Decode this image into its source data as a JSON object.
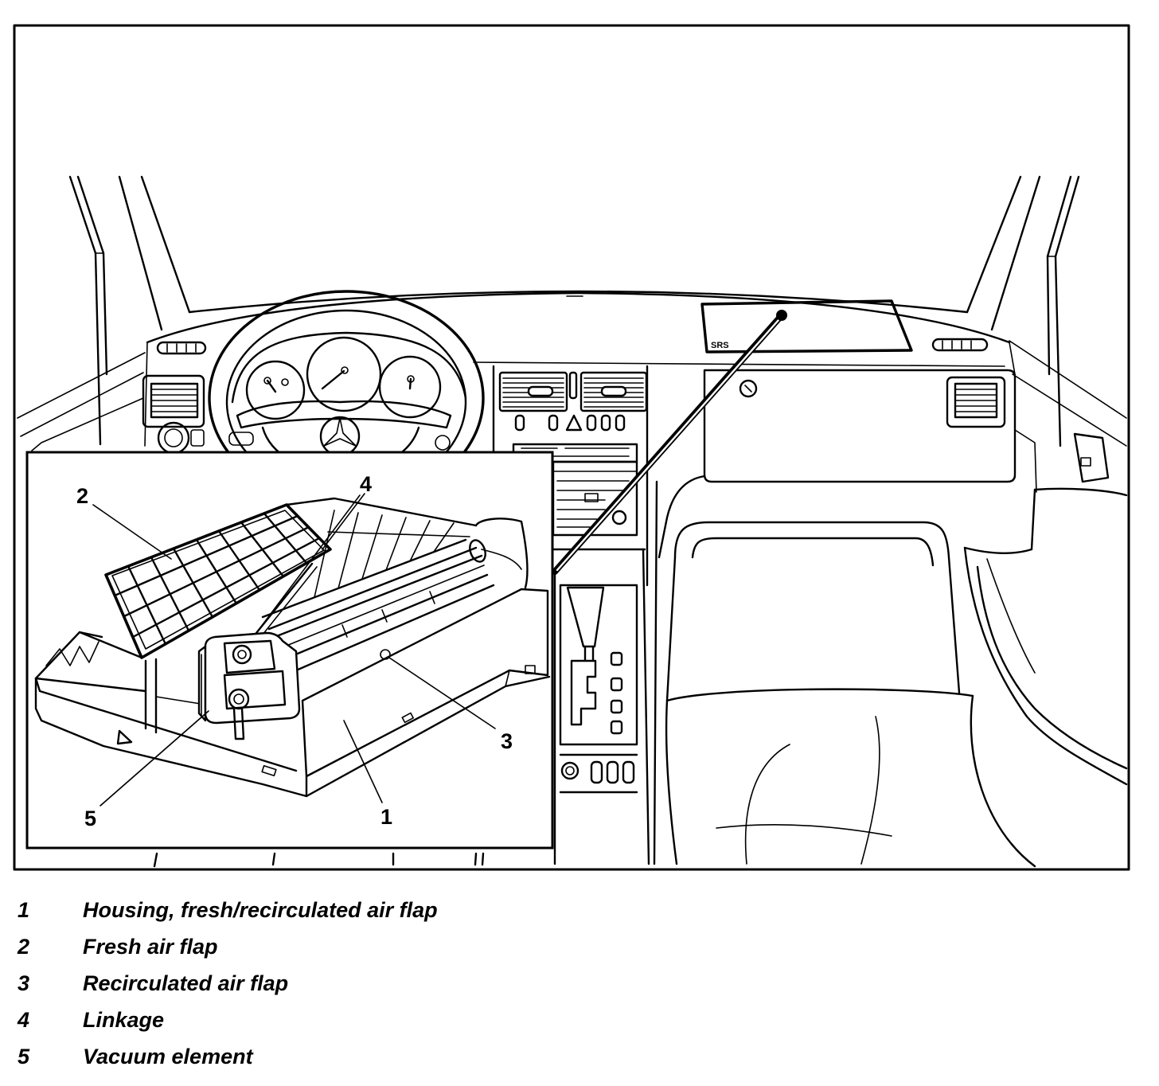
{
  "figure": {
    "airbag_label": "SRS"
  },
  "legend": [
    {
      "number": "1",
      "label": "Housing, fresh/recirculated air flap"
    },
    {
      "number": "2",
      "label": "Fresh air flap"
    },
    {
      "number": "3",
      "label": "Recirculated air flap"
    },
    {
      "number": "4",
      "label": "Linkage"
    },
    {
      "number": "5",
      "label": "Vacuum element"
    }
  ]
}
